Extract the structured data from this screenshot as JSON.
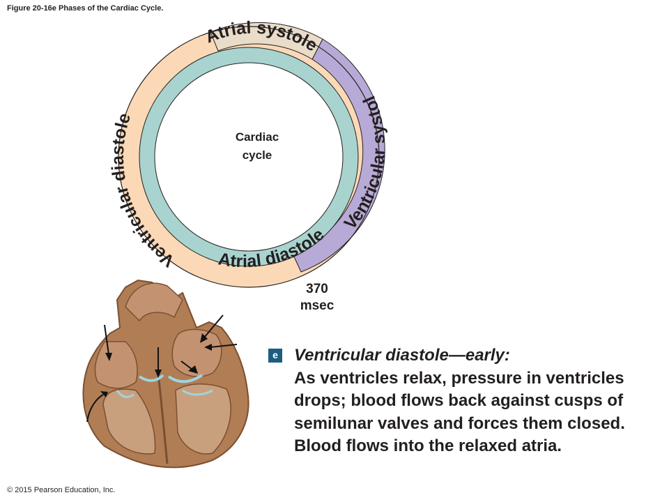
{
  "figure_title": "Figure 20-16e Phases of the Cardiac Cycle.",
  "copyright": "© 2015 Pearson Education, Inc.",
  "cycle": {
    "center_line1": "Cardiac",
    "center_line2": "cycle",
    "outer_ring": [
      {
        "label": "Ventricular diastole",
        "color": "#fbd9b7"
      },
      {
        "label": "Ventricular systole",
        "color": "#b8aad6"
      }
    ],
    "inner_ring": [
      {
        "label": "Atrial systole",
        "color": "#e9dcc8"
      },
      {
        "label": "Atrial diastole",
        "color": "#a9d3cf"
      }
    ]
  },
  "time": {
    "value": "370",
    "unit": "msec"
  },
  "panel": {
    "badge": "e",
    "heading": "Ventricular diastole—early:",
    "body": "As ventricles relax, pressure in ventricles drops; blood flows back against cusps of semilunar valves and forces them closed. Blood flows into the relaxed atria."
  },
  "heart_colors": {
    "tissue": "#b07d55",
    "tissue_dark": "#7a4f30",
    "valve": "#9fd3e0"
  }
}
